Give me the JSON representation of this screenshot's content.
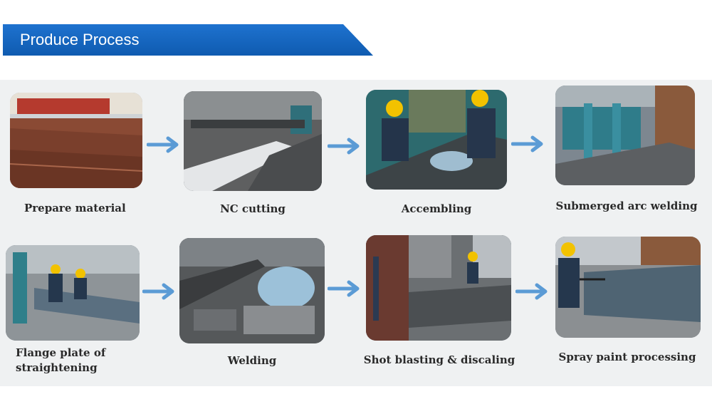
{
  "banner": {
    "title": "Produce Process",
    "color": "#1565c0"
  },
  "arrow_color": "#5b9bd5",
  "steps": [
    {
      "label": "Prepare material"
    },
    {
      "label": "NC cutting"
    },
    {
      "label": "Accembling"
    },
    {
      "label": "Submerged arc welding"
    },
    {
      "label": "Flange plate of straightening"
    },
    {
      "label": "Welding"
    },
    {
      "label": "Shot blasting & discaling"
    },
    {
      "label": "Spray paint processing"
    }
  ]
}
